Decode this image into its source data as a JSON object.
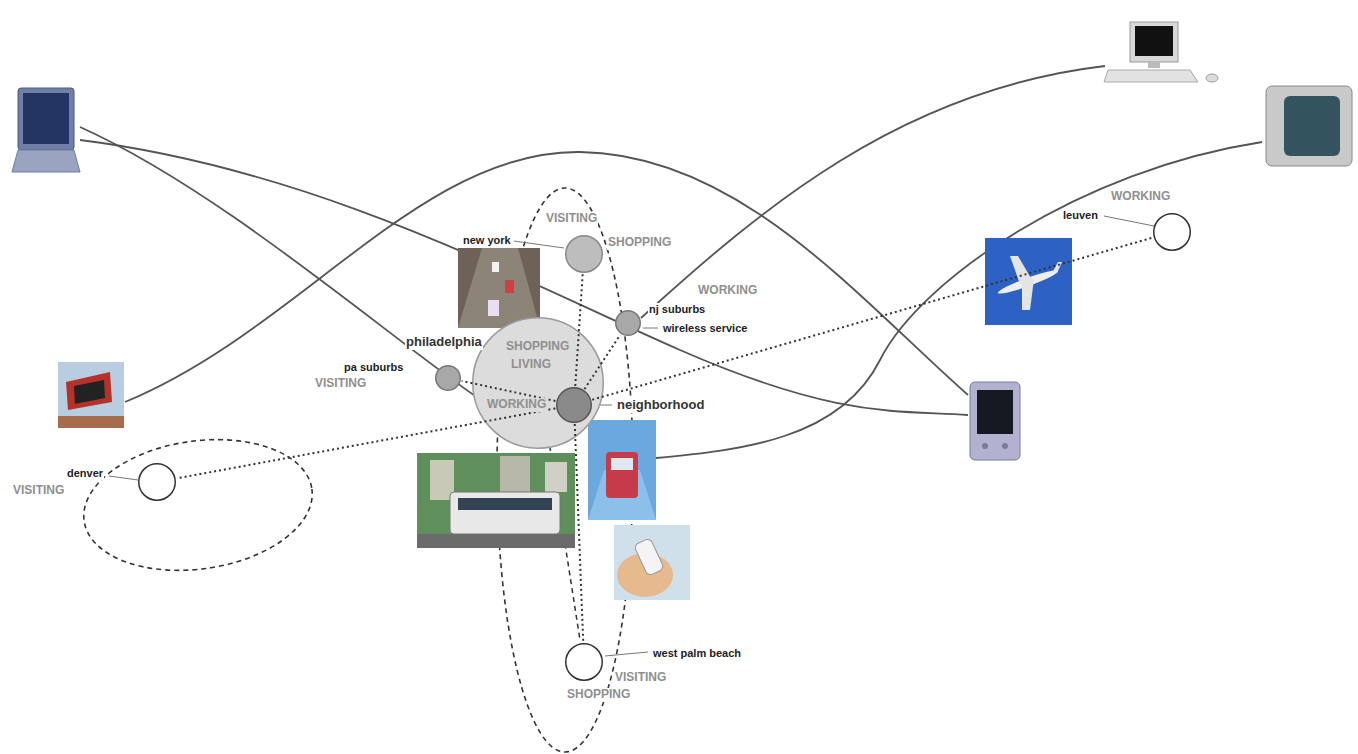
{
  "diagram": {
    "nodes": [
      {
        "text": [
          "philadelphia",
          "SHOPPING",
          "LIVING",
          "WORKING"
        ]
      },
      {
        "text": [
          "neighborhood"
        ],
        "in": 0
      },
      {
        "text": [
          "new york",
          "VISITING",
          "SHOPPING"
        ]
      },
      {
        "text": [
          "nj suburbs",
          "wireless service",
          "WORKING"
        ]
      },
      {
        "text": [
          "pa suburbs",
          "VISITING"
        ]
      },
      {
        "text": [
          "leuven",
          "WORKING"
        ]
      },
      {
        "text": [
          "denver",
          "VISITING"
        ]
      },
      {
        "text": [
          "west palm beach",
          "VISITING",
          "SHOPPING"
        ]
      }
    ],
    "edges": [
      {
        "from": 1,
        "to": 2,
        "arrow": "none"
      },
      {
        "from": 1,
        "to": 3,
        "arrow": "none"
      },
      {
        "from": 1,
        "to": 4,
        "arrow": "none"
      },
      {
        "from": 1,
        "to": 5,
        "arrow": "none"
      },
      {
        "from": 1,
        "to": 6,
        "arrow": "none"
      },
      {
        "from": 1,
        "to": 7,
        "arrow": "none"
      }
    ]
  }
}
